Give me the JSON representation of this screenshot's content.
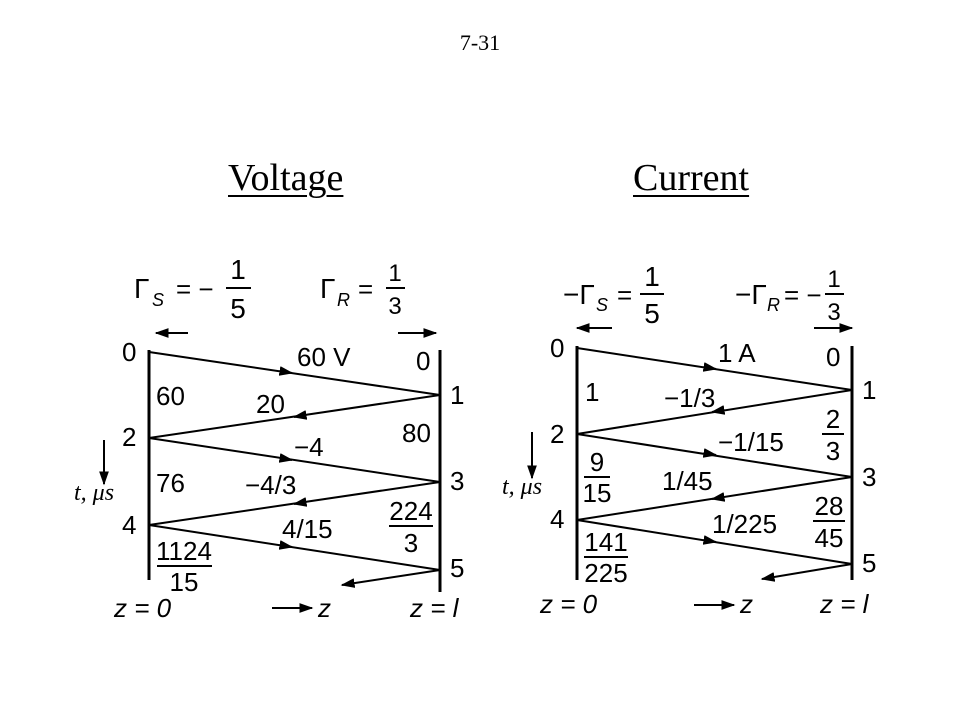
{
  "page_number": "7-31",
  "voltage": {
    "heading": "Voltage",
    "gamma_s": {
      "symbol": "Γ",
      "subscript": "S",
      "equals": "= −",
      "numerator": "1",
      "denominator": "5"
    },
    "gamma_r": {
      "symbol": "Γ",
      "subscript": "R",
      "equals": "=",
      "numerator": "1",
      "denominator": "3"
    },
    "left_times": [
      "0",
      "2",
      "4"
    ],
    "right_times": [
      "1",
      "3",
      "5"
    ],
    "wave_labels": [
      "60 V",
      "20",
      "−4",
      "−4/3",
      "4/15"
    ],
    "left_values": {
      "v1": "60",
      "v2": "76",
      "v3_num": "1124",
      "v3_den": "15"
    },
    "right_values": {
      "v1": "0",
      "v2": "80",
      "v3_num": "224",
      "v3_den": "3"
    },
    "t_axis_label": "t, μs",
    "z0_label": "z = 0",
    "z_arrow_label": "z",
    "zl_label": "z = l"
  },
  "current": {
    "heading": "Current",
    "gamma_s": {
      "symbol": "−Γ",
      "subscript": "S",
      "equals": "=",
      "numerator": "1",
      "denominator": "5"
    },
    "gamma_r": {
      "symbol": "−Γ",
      "subscript": "R",
      "equals": "= −",
      "numerator": "1",
      "denominator": "3"
    },
    "left_times": [
      "0",
      "2",
      "4"
    ],
    "right_times": [
      "1",
      "3",
      "5"
    ],
    "wave_labels": [
      "1 A",
      "−1/3",
      "−1/15",
      "1/45",
      "1/225"
    ],
    "left_values": {
      "v1": "1",
      "v2_num": "9",
      "v2_den": "15",
      "v3_num": "141",
      "v3_den": "225"
    },
    "right_values": {
      "v1": "0",
      "v2_num": "2",
      "v2_den": "3",
      "v3_num": "28",
      "v3_den": "45"
    },
    "t_axis_label": "t, μs",
    "z0_label": "z = 0",
    "z_arrow_label": "z",
    "zl_label": "z = l"
  }
}
